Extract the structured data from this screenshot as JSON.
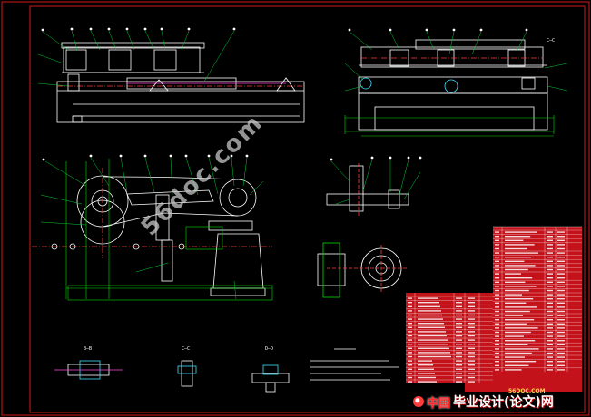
{
  "drawing": {
    "section_labels": {
      "view_c_top_right": "C—C",
      "view_b_bottom_left": "B—B",
      "view_c_bottom_mid": "C—C",
      "view_d_bottom_right": "D—D"
    },
    "watermark": "56doc.com",
    "footer": {
      "site": "56DOC.COM",
      "brand_cn": "中国",
      "brand_main": "毕业设计(论文)网"
    }
  },
  "colors": {
    "background": "#000000",
    "border": "#d01818",
    "geometry": "#ffffff",
    "leader": "#00cc33",
    "dimension": "#00dd00",
    "center_line": "#ff3a3a",
    "magenta": "#ff4adf",
    "cyan": "#40e0ff",
    "table_fill": "#c4121a"
  }
}
